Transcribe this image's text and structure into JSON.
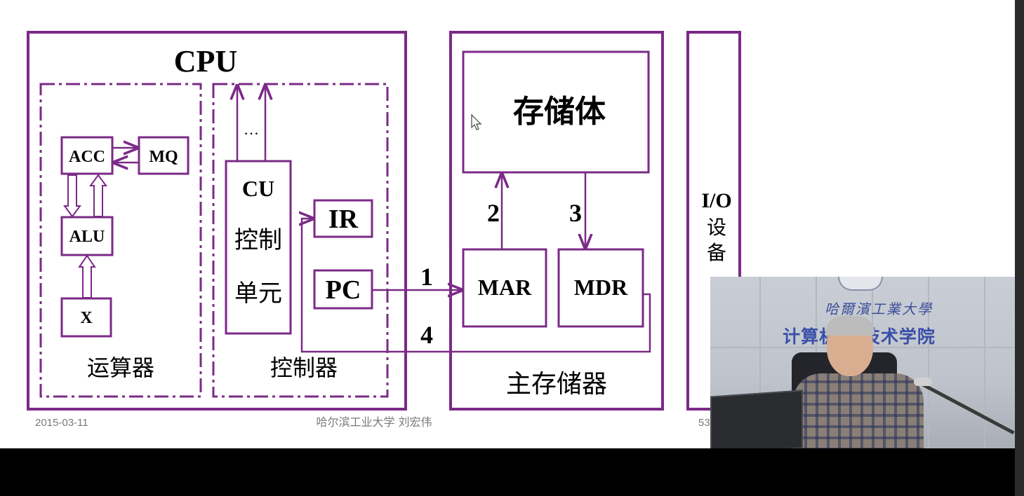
{
  "slide": {
    "cpu_title": "CPU",
    "alu_section_label": "运算器",
    "ctrl_section_label": "控制器",
    "acc": "ACC",
    "mq": "MQ",
    "alu": "ALU",
    "x": "X",
    "cu_title": "CU",
    "cu_desc_1": "控制",
    "cu_desc_2": "单元",
    "ellipsis": "…",
    "ir": "IR",
    "pc": "PC",
    "storage_body": "存储体",
    "mar": "MAR",
    "mdr": "MDR",
    "main_memory_label": "主存储器",
    "io_line_1": "I/O",
    "io_line_2": "设",
    "io_line_3": "备",
    "step_1": "1",
    "step_2": "2",
    "step_3": "3",
    "step_4": "4"
  },
  "footer": {
    "date": "2015-03-11",
    "author": "哈尔滨工业大学  刘宏伟",
    "page_fragment": "53"
  },
  "video": {
    "university_name": "哈爾濱工業大學",
    "school_name": "计算机   与技术学院"
  },
  "colors": {
    "diagram_stroke": "#7b2a87",
    "text": "#000000"
  }
}
